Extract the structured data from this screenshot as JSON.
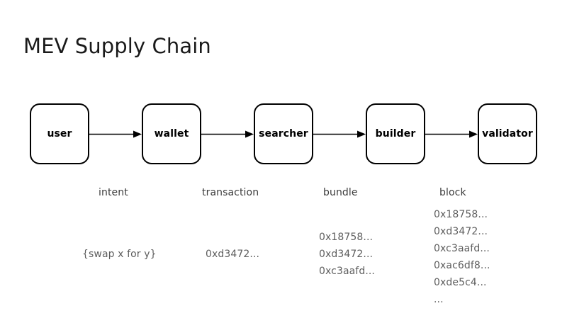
{
  "diagram": {
    "title": "MEV Supply Chain",
    "nodes": [
      {
        "label": "user"
      },
      {
        "label": "wallet"
      },
      {
        "label": "searcher"
      },
      {
        "label": "builder"
      },
      {
        "label": "validator"
      }
    ],
    "arrows": [
      {
        "from": "user",
        "to": "wallet"
      },
      {
        "from": "wallet",
        "to": "searcher"
      },
      {
        "from": "searcher",
        "to": "builder"
      },
      {
        "from": "builder",
        "to": "validator"
      }
    ],
    "columns": [
      {
        "title": "intent",
        "values": [
          "{swap x for y}"
        ]
      },
      {
        "title": "transaction",
        "values": [
          "0xd3472..."
        ]
      },
      {
        "title": "bundle",
        "values": [
          "0x18758...",
          "0xd3472...",
          "0xc3aafd..."
        ]
      },
      {
        "title": "block",
        "values": [
          "0x18758...",
          "0xd3472...",
          "0xc3aafd...",
          "0xac6df8...",
          "0xde5c4...",
          "..."
        ]
      }
    ],
    "colors": {
      "background": "#ffffff",
      "node_border": "#000000",
      "node_label": "#000000",
      "title": "#1a1a1a",
      "column_title": "#3c3c3c",
      "column_value": "#5e5e5e",
      "arrow": "#000000"
    }
  }
}
